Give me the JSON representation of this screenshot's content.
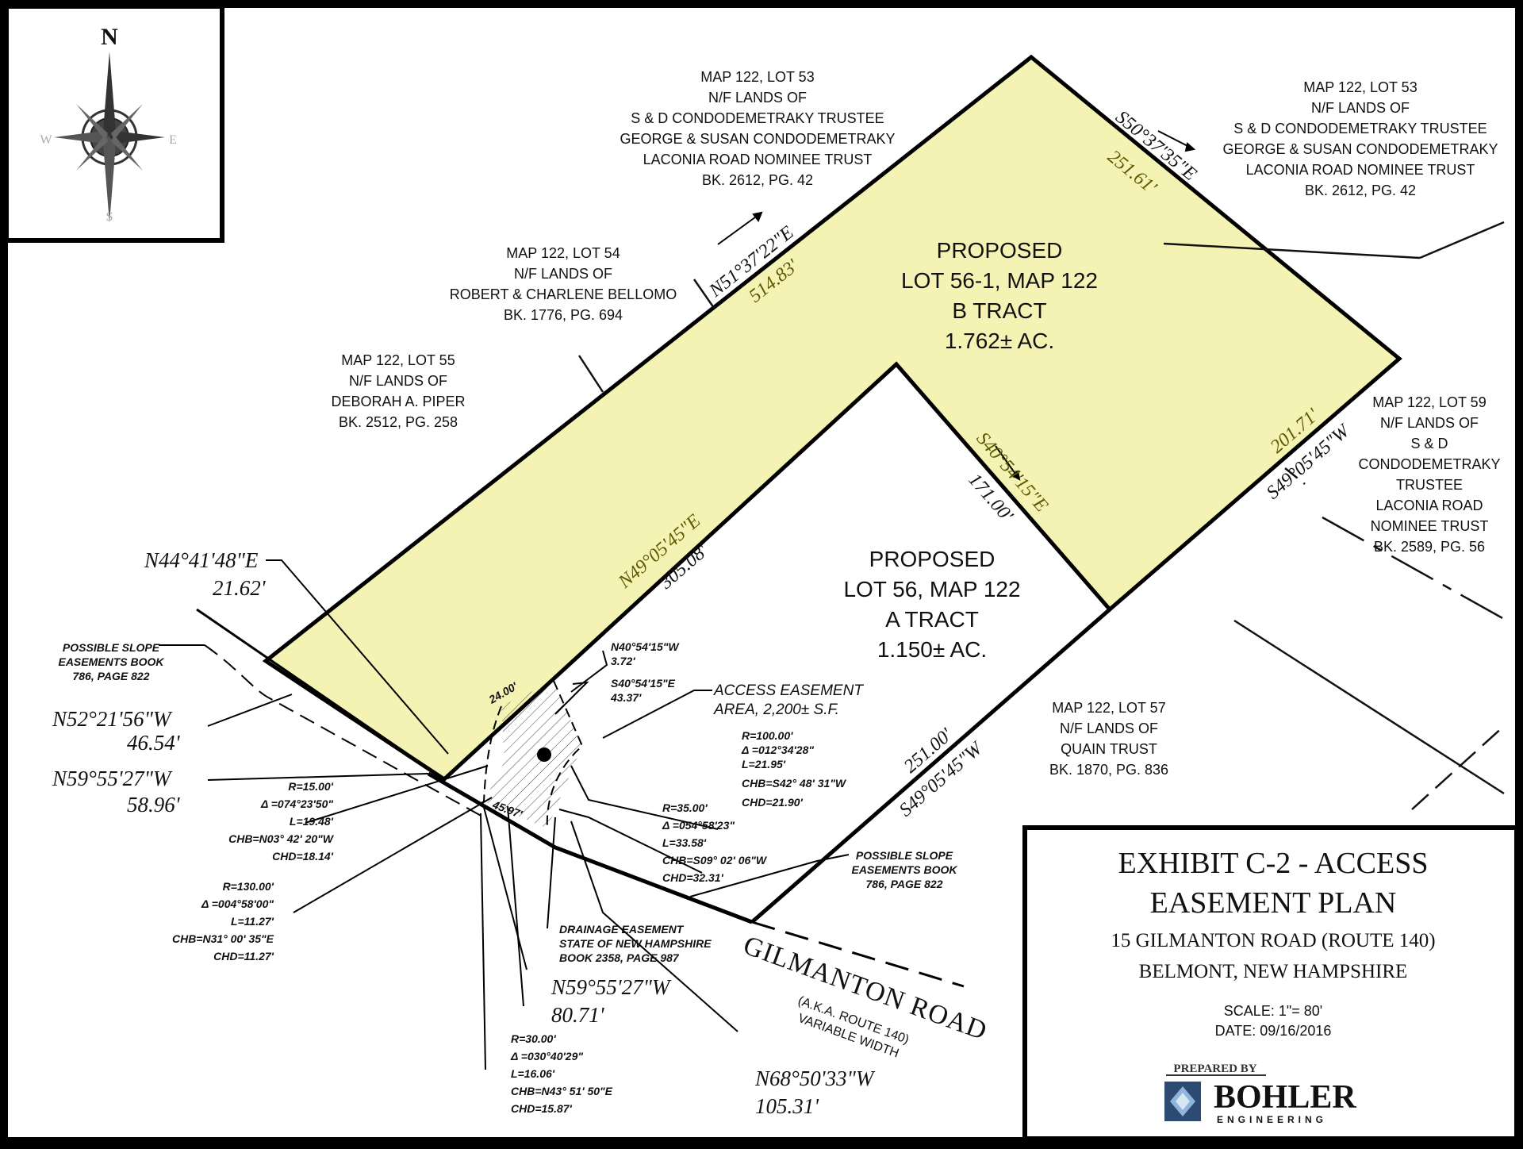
{
  "compass": {
    "north": "N",
    "south": "S",
    "east": "E",
    "west": "W"
  },
  "lots": {
    "lot53_left": [
      "MAP 122, LOT 53",
      "N/F LANDS OF",
      "S & D CONDODEMETRAKY TRUSTEE",
      "GEORGE & SUSAN CONDODEMETRAKY",
      "LACONIA ROAD NOMINEE TRUST",
      "BK. 2612, PG. 42"
    ],
    "lot53_right": [
      "MAP 122, LOT 53",
      "N/F LANDS OF",
      "S & D CONDODEMETRAKY TRUSTEE",
      "GEORGE & SUSAN CONDODEMETRAKY",
      "LACONIA ROAD NOMINEE TRUST",
      "BK. 2612, PG. 42"
    ],
    "lot54": [
      "MAP 122, LOT 54",
      "N/F LANDS OF",
      "ROBERT & CHARLENE BELLOMO",
      "BK. 1776, PG. 694"
    ],
    "lot55": [
      "MAP 122, LOT 55",
      "N/F LANDS OF",
      "DEBORAH A. PIPER",
      "BK. 2512, PG. 258"
    ],
    "lot59": [
      "MAP 122, LOT 59",
      "N/F LANDS OF",
      "S & D",
      "CONDODEMETRAKY",
      "TRUSTEE",
      "LACONIA ROAD",
      "NOMINEE TRUST",
      "BK. 2589, PG. 56"
    ],
    "lot57": [
      "MAP 122, LOT 57",
      "N/F LANDS OF",
      "QUAIN TRUST",
      "BK. 1870, PG. 836"
    ]
  },
  "tracts": {
    "b_tract": [
      "PROPOSED",
      "LOT 56-1, MAP 122",
      "B TRACT",
      "1.762± AC."
    ],
    "a_tract": [
      "PROPOSED",
      "LOT 56, MAP 122",
      "A TRACT",
      "1.150± AC."
    ]
  },
  "bearings": {
    "n51_bearing": "N51°37'22\"E",
    "n51_dist": "514.83'",
    "s50_bearing": "S50°37'35\"E",
    "s50_dist": "251.61'",
    "s49_right_bearing": "S49°05'45\"W",
    "s49_right_dist": "201.71'",
    "s40_bearing": "S40°54'15\"E",
    "s40_dist": "171.00'",
    "n49_bearing": "N49°05'45\"E",
    "n49_dist": "305.08'",
    "s49_lower_bearing": "S49°05'45\"W",
    "s49_lower_dist": "251.00'",
    "n44_bearing": "N44°41'48\"E",
    "n44_dist": "21.62'",
    "n52_bearing": "N52°21'56\"W",
    "n52_dist": "46.54'",
    "n59a_bearing": "N59°55'27\"W",
    "n59a_dist": "58.96'",
    "n59b_bearing": "N59°55'27\"W",
    "n59b_dist": "80.71'",
    "n68_bearing": "N68°50'33\"W",
    "n68_dist": "105.31'",
    "dim_24": "24.00'",
    "dim_45": "45.97'"
  },
  "easements": {
    "slope_upper": [
      "POSSIBLE SLOPE",
      "EASEMENTS BOOK",
      "786, PAGE 822"
    ],
    "slope_lower": [
      "POSSIBLE SLOPE",
      "EASEMENTS BOOK",
      "786, PAGE 822"
    ],
    "access": [
      "ACCESS EASEMENT",
      "AREA, 2,200± S.F."
    ],
    "drainage": [
      "DRAINAGE EASEMENT",
      "STATE OF NEW HAMPSHIRE",
      "BOOK 2358, PAGE 987"
    ],
    "n40_call": [
      "N40°54'15\"W",
      "3.72'"
    ],
    "s40_call": [
      "S40°54'15\"E",
      "43.37'"
    ]
  },
  "curves": {
    "c_r100": [
      "R=100.00'",
      "Δ =012°34'28\"",
      "L=21.95'",
      "CHB=S42° 48' 31\"W",
      "CHD=21.90'"
    ],
    "c_r15": [
      "R=15.00'",
      "Δ =074°23'50\"",
      "L=19.48'",
      "CHB=N03° 42' 20\"W",
      "CHD=18.14'"
    ],
    "c_r35": [
      "R=35.00'",
      "Δ =054°58'23\"",
      "L=33.58'",
      "CHB=S09° 02' 06\"W",
      "CHD=32.31'"
    ],
    "c_r130": [
      "R=130.00'",
      "Δ =004°58'00\"",
      "L=11.27'",
      "CHB=N31° 00' 35\"E",
      "CHD=11.27'"
    ],
    "c_r30": [
      "R=30.00'",
      "Δ =030°40'29\"",
      "L=16.06'",
      "CHB=N43° 51' 50\"E",
      "CHD=15.87'"
    ]
  },
  "road": {
    "name": "GILMANTON ROAD",
    "aka": "(A.K.A. ROUTE 140)",
    "width": "VARIABLE WIDTH"
  },
  "title_block": {
    "line1": "EXHIBIT C-2 - ACCESS",
    "line2": "EASEMENT PLAN",
    "line3": "15 GILMANTON ROAD (ROUTE 140)",
    "line4": "BELMONT, NEW HAMPSHIRE",
    "scale": "SCALE: 1\"= 80'",
    "date": "DATE: 09/16/2016",
    "prepared_by": "PREPARED BY",
    "company": "BOHLER",
    "company_sub": "ENGINEERING"
  },
  "colors": {
    "tract_fill": "#F5F3B4",
    "frame": "#000000",
    "paper": "#FFFFFF"
  }
}
